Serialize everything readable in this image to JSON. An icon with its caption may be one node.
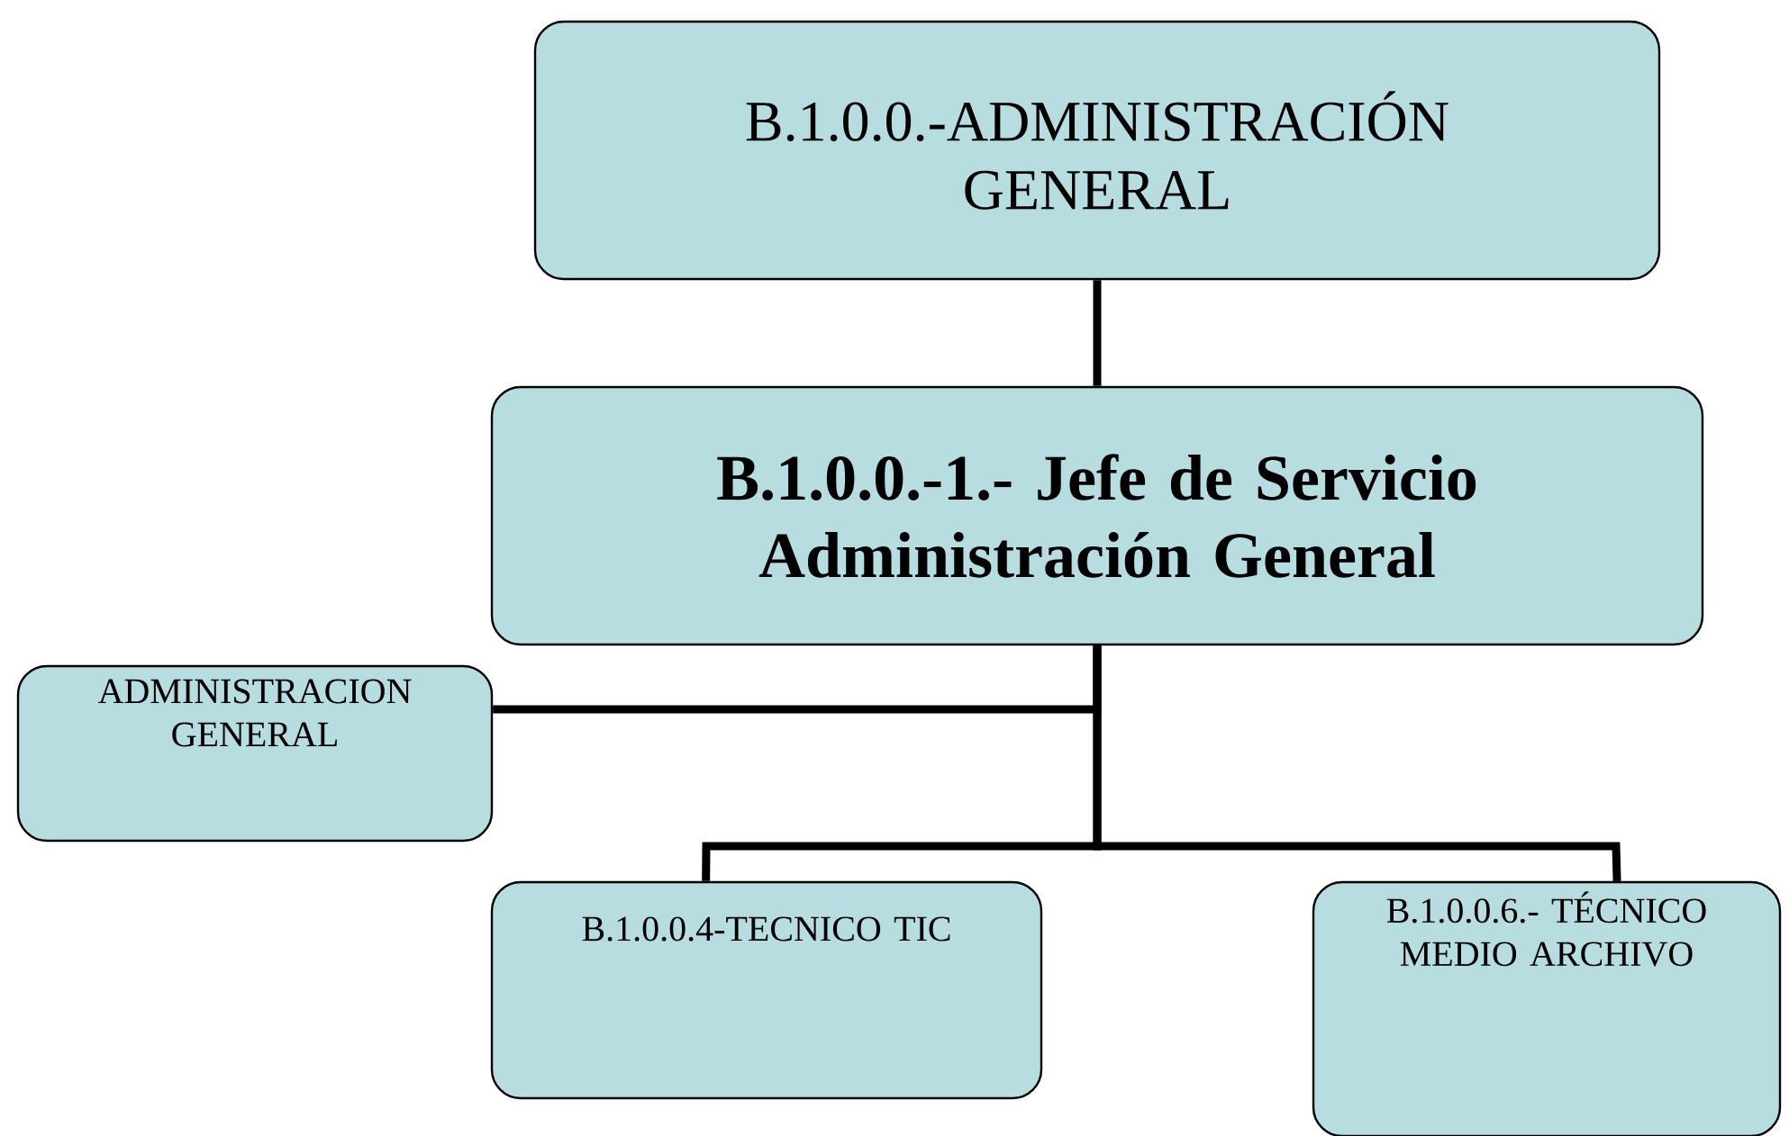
{
  "diagram": {
    "nodes": [
      {
        "text": [
          "B.1.0.0.-ADMINISTRACIÓN GENERAL"
        ]
      },
      {
        "text": [
          "B.1.0.0.-1.- Jefe de Servicio Administración General"
        ]
      },
      {
        "text": [
          "ADMINISTRACION GENERAL"
        ]
      },
      {
        "text": [
          "B.1.0.0.4-TECNICO TIC"
        ]
      },
      {
        "text": [
          "B.1.0.0.6.- TÉCNICO MEDIO ARCHIVO"
        ]
      }
    ],
    "edges": [
      {
        "from": 0,
        "to": 1,
        "arrow": "none"
      },
      {
        "from": 1,
        "to": 2,
        "arrow": "none"
      },
      {
        "from": 1,
        "to": 3,
        "arrow": "none"
      },
      {
        "from": 1,
        "to": 4,
        "arrow": "none"
      }
    ]
  }
}
